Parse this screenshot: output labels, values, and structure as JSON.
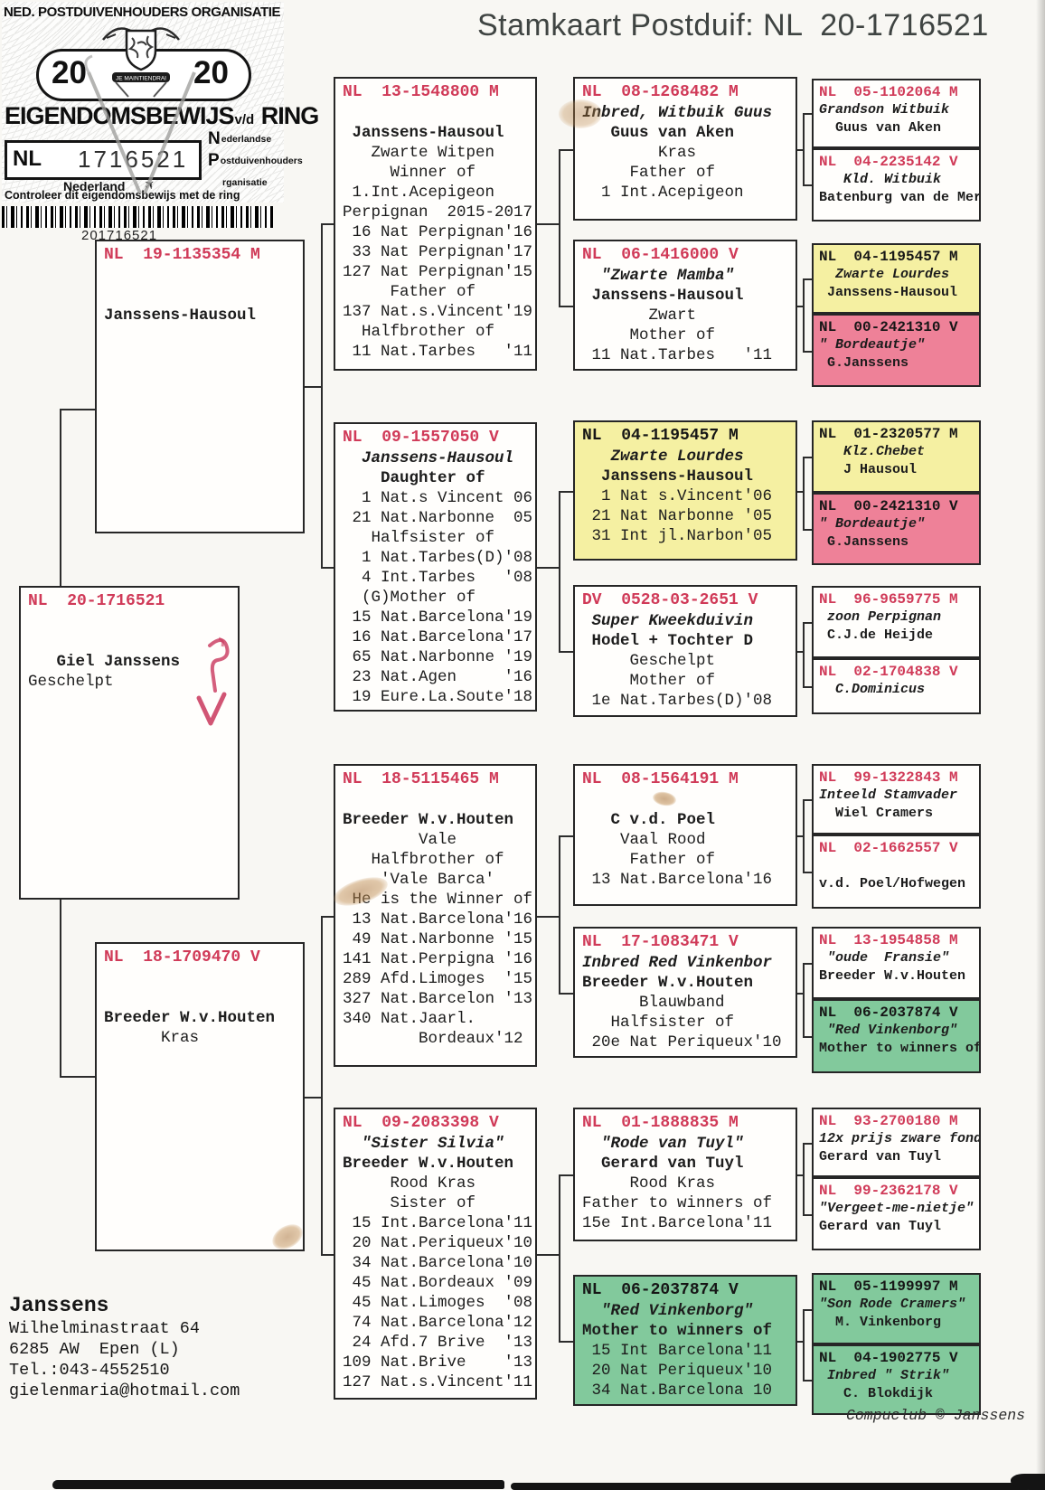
{
  "title": "Stamkaart Postduif: NL  20-1716521",
  "stamp": {
    "org_line": "NED. POSTDUIVENHOUDERS ORGANISATIE",
    "year_left": "20",
    "year_right": "20",
    "motto": "JE MAINTIENDRAI",
    "doc_type": "EIGENDOMSBEWIJS",
    "doc_type_small": "v/d",
    "doc_type_end": "RING",
    "country_code": "NL",
    "ring_number": "1716521",
    "country_name": "Nederland",
    "org_col": [
      {
        "big": "N",
        "rest": "ederlandse"
      },
      {
        "big": "P",
        "rest": "ostduivenhouders"
      },
      {
        "big": "",
        "rest": "rganisatie"
      }
    ],
    "verify_line": "Controleer dit eigendomsbewijs met de ring",
    "barcode_number": "201716521"
  },
  "colors": {
    "ring_red": "#d03a58",
    "yellow": "#f5f0a2",
    "pink": "#ee8198",
    "green": "#82c99c"
  },
  "boxes": [
    {
      "id": "father",
      "bg": "white",
      "ring": "NL  19-1135354 M",
      "lines": [
        [
          "n",
          ""
        ],
        [
          "n",
          ""
        ],
        [
          "b",
          "Janssens-Hausoul"
        ]
      ]
    },
    {
      "id": "bird",
      "bg": "white",
      "ring": "NL  20-1716521",
      "lines": [
        [
          "n",
          ""
        ],
        [
          "n",
          ""
        ],
        [
          "b",
          "   Giel Janssens"
        ],
        [
          "n",
          "Geschelpt"
        ]
      ]
    },
    {
      "id": "mother",
      "bg": "white",
      "ring": "NL  18-1709470 V",
      "lines": [
        [
          "n",
          ""
        ],
        [
          "n",
          ""
        ],
        [
          "b",
          "Breeder W.v.Houten"
        ],
        [
          "n",
          "      Kras"
        ]
      ]
    },
    {
      "id": "c2b1",
      "bg": "white",
      "ring": "NL  13-1548800 M",
      "lines": [
        [
          "n",
          ""
        ],
        [
          "b",
          " Janssens-Hausoul"
        ],
        [
          "n",
          "   Zwarte Witpen"
        ],
        [
          "n",
          "     Winner of"
        ],
        [
          "n",
          " 1.Int.Acepigeon"
        ],
        [
          "n",
          "Perpignan  2015-2017"
        ],
        [
          "n",
          " 16 Nat Perpignan'16"
        ],
        [
          "n",
          " 33 Nat Perpignan'17"
        ],
        [
          "n",
          "127 Nat Perpignan'15"
        ],
        [
          "n",
          "     Father of"
        ],
        [
          "n",
          "137 Nat.s.Vincent'19"
        ],
        [
          "n",
          "  Halfbrother of"
        ],
        [
          "n",
          " 11 Nat.Tarbes   '11"
        ]
      ]
    },
    {
      "id": "c2b2",
      "bg": "white",
      "ring": "NL  09-1557050 V",
      "lines": [
        [
          "i",
          "  Janssens-Hausoul"
        ],
        [
          "b",
          "    Daughter of"
        ],
        [
          "n",
          "  1 Nat.s Vincent 06"
        ],
        [
          "n",
          " 21 Nat.Narbonne  05"
        ],
        [
          "n",
          "   Halfsister of"
        ],
        [
          "n",
          "  1 Nat.Tarbes(D)'08"
        ],
        [
          "n",
          "  4 Int.Tarbes   '08"
        ],
        [
          "n",
          "  (G)Mother of"
        ],
        [
          "n",
          " 15 Nat.Barcelona'19"
        ],
        [
          "n",
          " 16 Nat.Barcelona'17"
        ],
        [
          "n",
          " 65 Nat.Narbonne '19"
        ],
        [
          "n",
          " 23 Nat.Agen     '16"
        ],
        [
          "n",
          " 19 Eure.La.Soute'18"
        ]
      ]
    },
    {
      "id": "c2b3",
      "bg": "white",
      "ring": "NL  18-5115465 M",
      "lines": [
        [
          "n",
          ""
        ],
        [
          "b",
          "Breeder W.v.Houten"
        ],
        [
          "n",
          "        Vale"
        ],
        [
          "n",
          "   Halfbrother of"
        ],
        [
          "n",
          "    'Vale Barca'"
        ],
        [
          "n",
          " He is the Winner of"
        ],
        [
          "n",
          " 13 Nat.Barcelona'16"
        ],
        [
          "n",
          " 49 Nat.Narbonne '15"
        ],
        [
          "n",
          "141 Nat.Perpigna '16"
        ],
        [
          "n",
          "289 Afd.Limoges  '15"
        ],
        [
          "n",
          "327 Nat.Barcelon '13"
        ],
        [
          "n",
          "340 Nat.Jaarl."
        ],
        [
          "n",
          "        Bordeaux'12"
        ]
      ]
    },
    {
      "id": "c2b4",
      "bg": "white",
      "ring": "NL  09-2083398 V",
      "lines": [
        [
          "i",
          "  \"Sister Silvia\""
        ],
        [
          "b",
          "Breeder W.v.Houten"
        ],
        [
          "n",
          "     Rood Kras"
        ],
        [
          "n",
          "     Sister of"
        ],
        [
          "n",
          " 15 Int.Barcelona'11"
        ],
        [
          "n",
          " 20 Nat.Periqueux'10"
        ],
        [
          "n",
          " 34 Nat.Barcelona'10"
        ],
        [
          "n",
          " 45 Nat.Bordeaux '09"
        ],
        [
          "n",
          " 45 Nat.Limoges  '08"
        ],
        [
          "n",
          " 74 Nat.Barcelona'12"
        ],
        [
          "n",
          " 24 Afd.7 Brive  '13"
        ],
        [
          "n",
          "109 Nat.Brive    '13"
        ],
        [
          "n",
          "127 Nat.s.Vincent'11"
        ]
      ]
    },
    {
      "id": "c3b1",
      "bg": "white",
      "ring": "NL  08-1268482 M",
      "lines": [
        [
          "i",
          "Inbred, Witbuik Guus"
        ],
        [
          "b",
          "   Guus van Aken"
        ],
        [
          "n",
          "        Kras"
        ],
        [
          "n",
          "     Father of"
        ],
        [
          "n",
          "  1 Int.Acepigeon"
        ]
      ]
    },
    {
      "id": "c3b2",
      "bg": "white",
      "ring": "NL  06-1416000 V",
      "lines": [
        [
          "i",
          "  \"Zwarte Mamba\""
        ],
        [
          "b",
          " Janssens-Hausoul"
        ],
        [
          "n",
          "       Zwart"
        ],
        [
          "n",
          "     Mother of"
        ],
        [
          "n",
          " 11 Nat.Tarbes   '11"
        ]
      ]
    },
    {
      "id": "c3b3",
      "bg": "yellow",
      "ring": "NL  04-1195457 M",
      "lines": [
        [
          "i",
          "   Zwarte Lourdes"
        ],
        [
          "b",
          "  Janssens-Hausoul"
        ],
        [
          "n",
          "  1 Nat s.Vincent'06"
        ],
        [
          "n",
          " 21 Nat Narbonne '05"
        ],
        [
          "n",
          " 31 Int jl.Narbon'05"
        ]
      ]
    },
    {
      "id": "c3b4",
      "bg": "white",
      "ring": "DV  0528-03-2651 V",
      "lines": [
        [
          "i",
          " Super Kweekduivin"
        ],
        [
          "b",
          " Hodel + Tochter D"
        ],
        [
          "n",
          "     Geschelpt"
        ],
        [
          "n",
          "     Mother of"
        ],
        [
          "n",
          " 1e Nat.Tarbes(D)'08"
        ]
      ]
    },
    {
      "id": "c3b5",
      "bg": "white",
      "ring": "NL  08-1564191 M",
      "lines": [
        [
          "n",
          ""
        ],
        [
          "b",
          "   C v.d. Poel"
        ],
        [
          "n",
          "    Vaal Rood"
        ],
        [
          "n",
          "     Father of"
        ],
        [
          "n",
          " 13 Nat.Barcelona'16"
        ]
      ]
    },
    {
      "id": "c3b6",
      "bg": "white",
      "ring": "NL  17-1083471 V",
      "lines": [
        [
          "i",
          "Inbred Red Vinkenbor"
        ],
        [
          "b",
          "Breeder W.v.Houten"
        ],
        [
          "n",
          "      Blauwband"
        ],
        [
          "n",
          "   Halfsister of"
        ],
        [
          "n",
          " 20e Nat Periqueux'10"
        ]
      ]
    },
    {
      "id": "c3b7",
      "bg": "white",
      "ring": "NL  01-1888835 M",
      "lines": [
        [
          "i",
          "  \"Rode van Tuyl\""
        ],
        [
          "b",
          "  Gerard van Tuyl"
        ],
        [
          "n",
          "     Rood Kras"
        ],
        [
          "n",
          "Father to winners of"
        ],
        [
          "n",
          "15e Int.Barcelona'11"
        ]
      ]
    },
    {
      "id": "c3b8",
      "bg": "green",
      "ring": "NL  06-2037874 V",
      "lines": [
        [
          "i",
          "  \"Red Vinkenborg\""
        ],
        [
          "b",
          "Mother to winners of"
        ],
        [
          "n",
          " 15 Int Barcelona'11"
        ],
        [
          "n",
          " 20 Nat Periqueux'10"
        ],
        [
          "n",
          " 34 Nat.Barcelona 10"
        ]
      ]
    },
    {
      "id": "c4b1",
      "bg": "white",
      "ring": "NL  05-1102064 M",
      "lines": [
        [
          "i",
          "Grandson Witbuik"
        ],
        [
          "b",
          "  Guus van Aken"
        ]
      ]
    },
    {
      "id": "c4b2",
      "bg": "white",
      "ring": "NL  04-2235142 V",
      "lines": [
        [
          "i",
          "   Kld. Witbuik"
        ],
        [
          "b",
          "Batenburg van de Mer"
        ]
      ]
    },
    {
      "id": "c4b3",
      "bg": "yellow",
      "ring": "NL  04-1195457 M",
      "lines": [
        [
          "i",
          "  Zwarte Lourdes"
        ],
        [
          "b",
          " Janssens-Hausoul"
        ]
      ]
    },
    {
      "id": "c4b4",
      "bg": "pink",
      "ring": "NL  00-2421310 V",
      "lines": [
        [
          "i",
          "\" Bordeautje\""
        ],
        [
          "b",
          " G.Janssens"
        ]
      ]
    },
    {
      "id": "c4b5",
      "bg": "yellow",
      "ring": "NL  01-2320577 M",
      "lines": [
        [
          "i",
          "   Klz.Chebet"
        ],
        [
          "b",
          "   J Hausoul"
        ]
      ]
    },
    {
      "id": "c4b6",
      "bg": "pink",
      "ring": "NL  00-2421310 V",
      "lines": [
        [
          "i",
          "\" Bordeautje\""
        ],
        [
          "b",
          " G.Janssens"
        ]
      ]
    },
    {
      "id": "c4b7",
      "bg": "white",
      "ring": "NL  96-9659775 M",
      "lines": [
        [
          "i",
          " zoon Perpignan"
        ],
        [
          "b",
          " C.J.de Heijde"
        ]
      ]
    },
    {
      "id": "c4b8",
      "bg": "white",
      "ring": "NL  02-1704838 V",
      "lines": [
        [
          "i",
          "  C.Dominicus"
        ]
      ]
    },
    {
      "id": "c4b9",
      "bg": "white",
      "ring": "NL  99-1322843 M",
      "lines": [
        [
          "i",
          "Inteeld Stamvader"
        ],
        [
          "b",
          "  Wiel Cramers"
        ]
      ]
    },
    {
      "id": "c4b10",
      "bg": "white",
      "ring": "NL  02-1662557 V",
      "lines": [
        [
          "n",
          ""
        ],
        [
          "b",
          "v.d. Poel/Hofwegen"
        ]
      ]
    },
    {
      "id": "c4b11",
      "bg": "white",
      "ring": "NL  13-1954858 M",
      "lines": [
        [
          "i",
          " \"oude  Fransie\""
        ],
        [
          "b",
          "Breeder W.v.Houten"
        ]
      ]
    },
    {
      "id": "c4b12",
      "bg": "green",
      "ring": "NL  06-2037874 V",
      "lines": [
        [
          "i",
          " \"Red Vinkenborg\""
        ],
        [
          "b",
          "Mother to winners of"
        ]
      ]
    },
    {
      "id": "c4b13",
      "bg": "white",
      "ring": "NL  93-2700180 M",
      "lines": [
        [
          "i",
          "12x prijs zware fond"
        ],
        [
          "b",
          "Gerard van Tuyl"
        ]
      ]
    },
    {
      "id": "c4b14",
      "bg": "white",
      "ring": "NL  99-2362178 V",
      "lines": [
        [
          "i",
          "\"Vergeet-me-nietje\""
        ],
        [
          "b",
          "Gerard van Tuyl"
        ]
      ]
    },
    {
      "id": "c4b15",
      "bg": "green",
      "ring": "NL  05-1199997 M",
      "lines": [
        [
          "i",
          "\"Son Rode Cramers\""
        ],
        [
          "b",
          "  M. Vinkenborg"
        ]
      ]
    },
    {
      "id": "c4b16",
      "bg": "green",
      "ring": "NL  04-1902775 V",
      "lines": [
        [
          "i",
          " Inbred \" Strik\""
        ],
        [
          "b",
          "   C. Blokdijk"
        ]
      ]
    }
  ],
  "owner": {
    "name": "Janssens",
    "address1": "Wilhelminastraat 64",
    "address2": "6285 AW  Epen (L)",
    "phone": "Tel.:043-4552510",
    "email": "gielenmaria@hotmail.com"
  },
  "footer": "Compuclub © Janssens"
}
